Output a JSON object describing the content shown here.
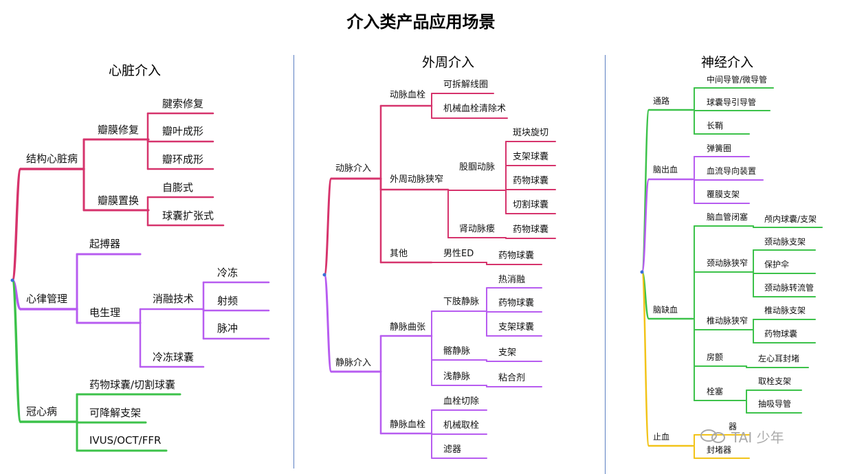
{
  "title": "介入类产品应用场景",
  "colors": {
    "heart_struct": "#d6336c",
    "heart_rhythm": "#b75cf0",
    "heart_coronary": "#3cc24a",
    "periph_artery": "#d6336c",
    "periph_vein": "#b75cf0",
    "neuro_path": "#3cc24a",
    "neuro_bleed": "#b75cf0",
    "neuro_ischemia": "#3cc24a",
    "neuro_hemostasis": "#f2c318"
  },
  "columns": [
    {
      "title": "心脏介入",
      "groups": [
        {
          "label": "结构心脏病",
          "children": [
            {
              "label": "瓣膜修复",
              "children": [
                {
                  "label": "腱索修复"
                },
                {
                  "label": "瓣叶成形"
                },
                {
                  "label": "瓣环成形"
                }
              ]
            },
            {
              "label": "瓣膜置换",
              "children": [
                {
                  "label": "自膨式"
                },
                {
                  "label": "球囊扩张式"
                }
              ]
            }
          ]
        },
        {
          "label": "心律管理",
          "children": [
            {
              "label": "起搏器"
            },
            {
              "label": "电生理",
              "children": [
                {
                  "label": "消融技术",
                  "children": [
                    {
                      "label": "冷冻"
                    },
                    {
                      "label": "射频"
                    },
                    {
                      "label": "脉冲"
                    }
                  ]
                },
                {
                  "label": "冷冻球囊"
                }
              ]
            }
          ]
        },
        {
          "label": "冠心病",
          "children": [
            {
              "label": "药物球囊/切割球囊"
            },
            {
              "label": "可降解支架"
            },
            {
              "label": "IVUS/OCT/FFR"
            }
          ]
        }
      ]
    },
    {
      "title": "外周介入",
      "groups": [
        {
          "label": "动脉介入",
          "children": [
            {
              "label": "动脉血栓",
              "children": [
                {
                  "label": "可拆解线圈"
                },
                {
                  "label": "机械血栓清除术"
                }
              ]
            },
            {
              "label": "外周动脉狭窄",
              "children": [
                {
                  "label": "股腘动脉",
                  "children": [
                    {
                      "label": "斑块旋切"
                    },
                    {
                      "label": "支架球囊"
                    },
                    {
                      "label": "药物球囊"
                    },
                    {
                      "label": "切割球囊"
                    }
                  ]
                },
                {
                  "label": "肾动脉瘘",
                  "children": [
                    {
                      "label": "药物球囊"
                    }
                  ]
                }
              ]
            },
            {
              "label": "其他",
              "children": [
                {
                  "label": "男性ED",
                  "children": [
                    {
                      "label": "药物球囊"
                    }
                  ]
                }
              ]
            }
          ]
        },
        {
          "label": "静脉介入",
          "children": [
            {
              "label": "静脉曲张",
              "children": [
                {
                  "label": "下肢静脉",
                  "children": [
                    {
                      "label": "热消融"
                    },
                    {
                      "label": "药物球囊"
                    },
                    {
                      "label": "支架球囊"
                    }
                  ]
                },
                {
                  "label": "髂静脉",
                  "children": [
                    {
                      "label": "支架"
                    }
                  ]
                },
                {
                  "label": "浅静脉",
                  "children": [
                    {
                      "label": "粘合剂"
                    }
                  ]
                }
              ]
            },
            {
              "label": "静脉血栓",
              "children": [
                {
                  "label": "血栓切除"
                },
                {
                  "label": "机械取栓"
                },
                {
                  "label": "滤器"
                }
              ]
            }
          ]
        }
      ]
    },
    {
      "title": "神经介入",
      "groups": [
        {
          "label": "通路",
          "children": [
            {
              "label": "中间导管/微导管"
            },
            {
              "label": "球囊导引导管"
            },
            {
              "label": "长鞘"
            }
          ]
        },
        {
          "label": "脑出血",
          "children": [
            {
              "label": "弹簧圈"
            },
            {
              "label": "血流导向装置"
            },
            {
              "label": "覆膜支架"
            }
          ]
        },
        {
          "label": "脑缺血",
          "children": [
            {
              "label": "脑血管闭塞",
              "children": [
                {
                  "label": "颅内球囊/支架"
                }
              ]
            },
            {
              "label": "颈动脉狭窄",
              "children": [
                {
                  "label": "颈动脉支架"
                },
                {
                  "label": "保护伞"
                },
                {
                  "label": "颈动脉转流管"
                }
              ]
            },
            {
              "label": "椎动脉狭窄",
              "children": [
                {
                  "label": "椎动脉支架"
                },
                {
                  "label": "药物球囊"
                }
              ]
            },
            {
              "label": "房颤",
              "children": [
                {
                  "label": "左心耳封堵"
                }
              ]
            },
            {
              "label": "栓塞",
              "children": [
                {
                  "label": "取栓支架"
                },
                {
                  "label": "抽吸导管"
                }
              ]
            }
          ]
        },
        {
          "label": "止血",
          "children": [
            {
              "label": "器"
            },
            {
              "label": "封堵器"
            }
          ]
        }
      ]
    }
  ],
  "watermark": "TAI 少年"
}
